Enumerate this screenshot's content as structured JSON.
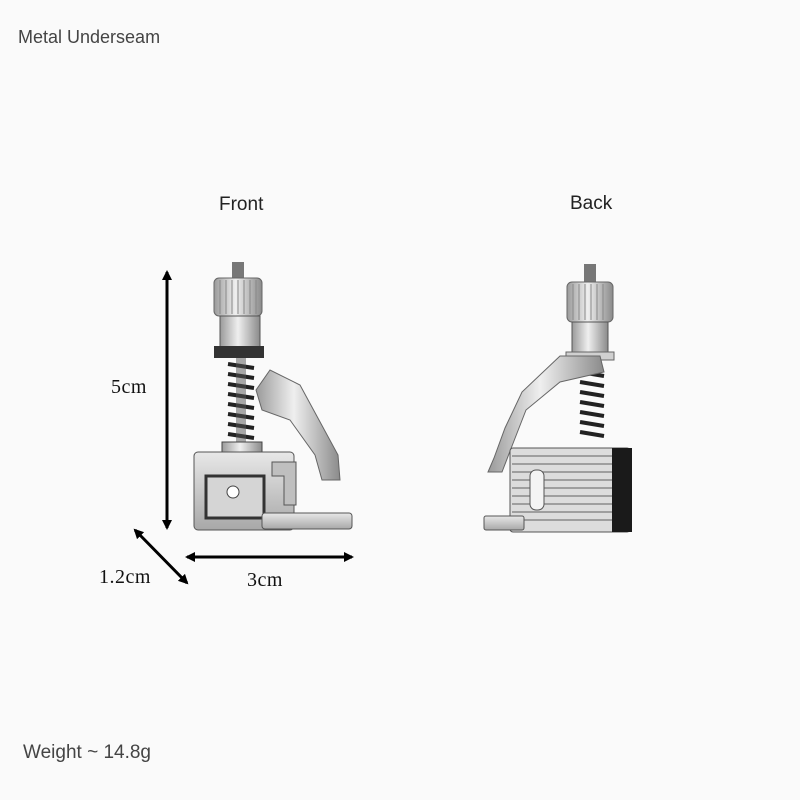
{
  "header": {
    "title": "Metal Underseam"
  },
  "views": {
    "front_label": "Front",
    "back_label": "Back"
  },
  "dimensions": {
    "height": "5cm",
    "width": "3cm",
    "depth": "1.2cm"
  },
  "footer": {
    "weight": "Weight ~ 14.8g"
  },
  "colors": {
    "background": "#fafafa",
    "metal": "#c8c8c8",
    "dark": "#1a1a1a",
    "arrow": "#000000"
  },
  "icons": {
    "front_view": "presser-foot-front-photo",
    "back_view": "presser-foot-back-photo"
  }
}
